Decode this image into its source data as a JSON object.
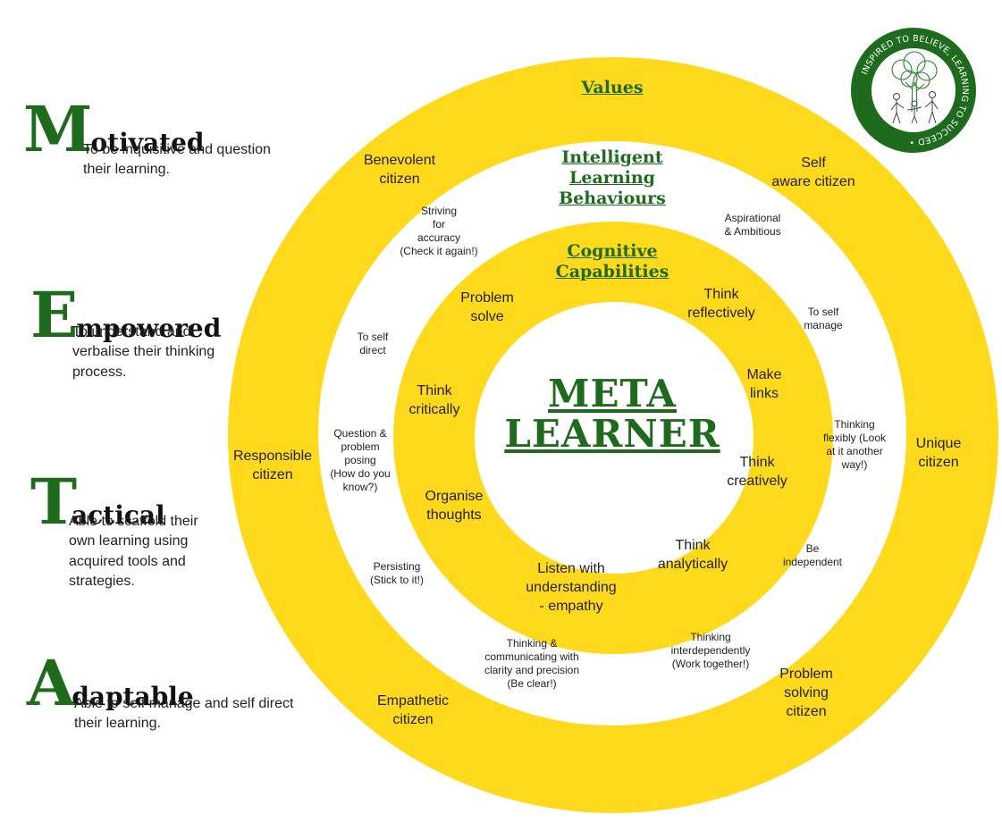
{
  "values": {
    "heading": "Values",
    "items": [
      "Benevolent\ncitizen",
      "Self\naware citizen",
      "Responsible\ncitizen",
      "Unique\ncitizen",
      "Empathetic\ncitizen",
      "Problem\nsolving\ncitizen"
    ]
  },
  "intelligent_learning_behaviours": {
    "heading": "Intelligent\nLearning\nBehaviours",
    "items": [
      "Striving\nfor\naccuracy\n(Check it again!)",
      "Aspirational\n& Ambitious",
      "To self\nmanage",
      "To self\ndirect",
      "Thinking\nflexibly (Look\nat it another\nway!)",
      "Question &\nproblem\nposing\n(How do you\nknow?)",
      "Be\nindependent",
      "Persisting\n(Stick to it!)",
      "Thinking\ninterdependently\n(Work together!)",
      "Thinking &\ncommunicating with\nclarity and precision\n(Be clear!)"
    ]
  },
  "cognitive_capabilities": {
    "heading": "Cognitive\nCapabilities",
    "items": [
      "Problem\nsolve",
      "Think\nreflectively",
      "Make\nlinks",
      "Think\ncritically",
      "Think\ncreatively",
      "Organise\nthoughts",
      "Think\nanalytically",
      "Listen with\nunderstanding\n- empathy"
    ]
  },
  "core": {
    "title": "META\nLEARNER"
  },
  "meta": [
    {
      "letter": "M",
      "rest": "otivated",
      "desc": "To be inquisitive and question\ntheir learning."
    },
    {
      "letter": "E",
      "rest": "mpowered",
      "desc": "To understand and\nverbalise their thinking\nprocess."
    },
    {
      "letter": "T",
      "rest": "actical",
      "desc": "Able to scaffold their\n own learning using\nacquired tools and\nstrategies."
    },
    {
      "letter": "A",
      "rest": "daptable",
      "desc": "Able to self manage and self direct\ntheir learning."
    }
  ],
  "logo": {
    "motto": "INSPIRED TO BELIEVE, LEARNING TO SUCCEED •"
  },
  "colors": {
    "yellow": "#FFD91C",
    "green": "#1E6B1E"
  }
}
